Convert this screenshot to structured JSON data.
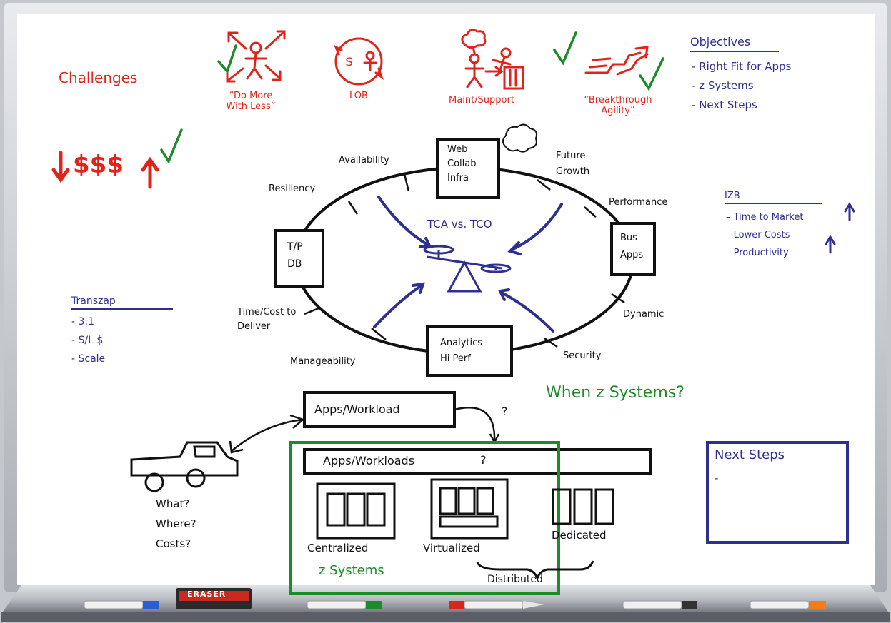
{
  "colors": {
    "red": "#e0231b",
    "blue": "#2f2f8f",
    "green": "#1e8a2a",
    "black": "#111111"
  },
  "challenges": {
    "title": "Challenges",
    "items": [
      {
        "line1": "“Do More",
        "line2": "With Less”"
      },
      {
        "line1": "LOB",
        "line2": ""
      },
      {
        "line1": "Maint/Support",
        "line2": ""
      },
      {
        "line1": "“Breakthrough",
        "line2": "Agility”"
      }
    ],
    "cost_symbol": "$$$"
  },
  "objectives": {
    "title": "Objectives",
    "items": [
      "- Right Fit for Apps",
      "- z Systems",
      "- Next Steps"
    ]
  },
  "center": {
    "boxes": {
      "web": [
        "Web",
        "Collab",
        "Infra"
      ],
      "tp": [
        "T/P",
        "DB"
      ],
      "bus": [
        "Bus",
        "Apps"
      ],
      "analytics": [
        "Analytics -",
        "Hi Perf"
      ]
    },
    "tca_label": "TCA vs. TCO",
    "attributes": {
      "availability": "Availability",
      "resiliency": "Resiliency",
      "future": [
        "Future",
        "Growth"
      ],
      "performance": "Performance",
      "time_cost": [
        "Time/Cost to",
        "Deliver"
      ],
      "dynamic": "Dynamic",
      "manageability": "Manageability",
      "security": "Security"
    }
  },
  "izb": {
    "title": "IZB",
    "items": [
      "– Time to Market",
      "– Lower Costs",
      "– Productivity"
    ]
  },
  "transzap": {
    "title": "Transzap",
    "items": [
      "- 3:1",
      "- S/L $",
      "- Scale"
    ]
  },
  "when": {
    "title": "When z Systems?"
  },
  "bottom": {
    "apps_workload": "Apps/Workload",
    "apps_workloads": "Apps/Workloads",
    "q1": "?",
    "q2": "?",
    "questions": [
      "What?",
      "Where?",
      "Costs?"
    ],
    "centralized": "Centralized",
    "virtualized": "Virtualized",
    "dedicated": "Dedicated",
    "distributed": "Distributed",
    "z_systems": "z Systems"
  },
  "next_steps": {
    "title": "Next Steps",
    "items": [
      "-"
    ]
  },
  "tray": {
    "eraser_label": "ERASER"
  }
}
